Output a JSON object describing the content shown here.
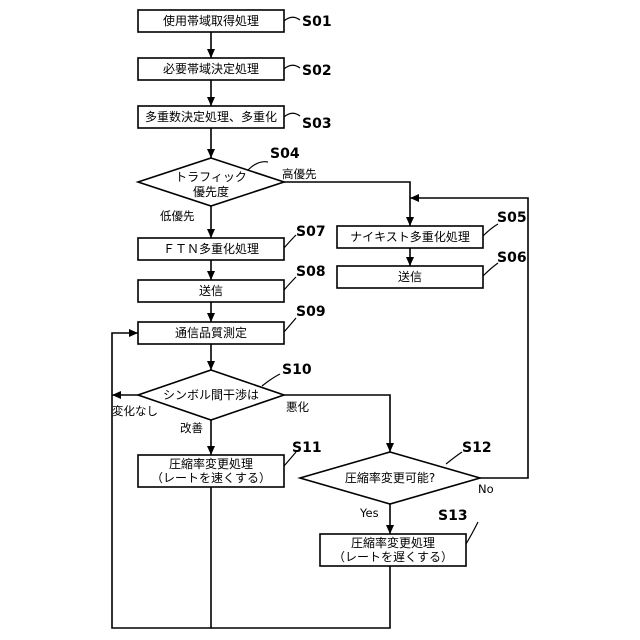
{
  "steps": {
    "s01": {
      "id": "S01",
      "label": "使用帯域取得処理"
    },
    "s02": {
      "id": "S02",
      "label": "必要帯域決定処理"
    },
    "s03": {
      "id": "S03",
      "label": "多重数決定処理、多重化"
    },
    "s04": {
      "id": "S04",
      "line1": "トラフィック",
      "line2": "優先度"
    },
    "s05": {
      "id": "S05",
      "label": "ナイキスト多重化処理"
    },
    "s06": {
      "id": "S06",
      "label": "送信"
    },
    "s07": {
      "id": "S07",
      "label": "ＦＴＮ多重化処理"
    },
    "s08": {
      "id": "S08",
      "label": "送信"
    },
    "s09": {
      "id": "S09",
      "label": "通信品質測定"
    },
    "s10": {
      "id": "S10",
      "label": "シンボル間干渉は"
    },
    "s11": {
      "id": "S11",
      "line1": "圧縮率変更処理",
      "line2": "（レートを速くする）"
    },
    "s12": {
      "id": "S12",
      "label": "圧縮率変更可能?"
    },
    "s13": {
      "id": "S13",
      "line1": "圧縮率変更処理",
      "line2": "（レートを遅くする）"
    }
  },
  "edges": {
    "high_priority": "高優先",
    "low_priority": "低優先",
    "no_change": "変化なし",
    "improved": "改善",
    "worsened": "悪化",
    "yes": "Yes",
    "no": "No"
  }
}
